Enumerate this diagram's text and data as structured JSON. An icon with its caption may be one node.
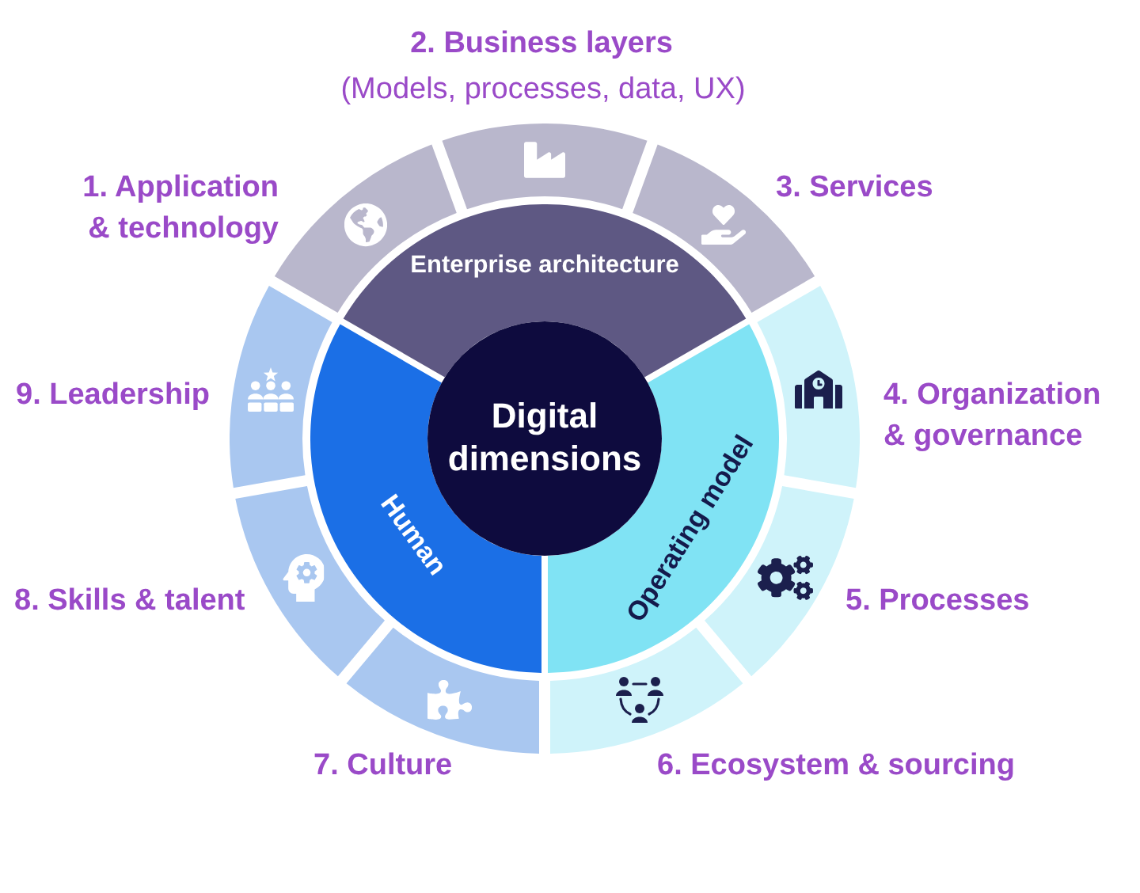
{
  "diagram": {
    "nodes": [
      {
        "text": [
          "Digital dimensions"
        ]
      },
      {
        "text": [
          "Enterprise architecture"
        ]
      },
      {
        "text": [
          "Operating model"
        ]
      },
      {
        "text": [
          "Human"
        ]
      },
      {
        "text": [],
        "shape": "arc",
        "beside": [
          "1. Application & technology"
        ]
      },
      {
        "text": [],
        "shape": "arc",
        "beside": [
          "2. Business layers",
          "(Models, processes, data, UX)"
        ]
      },
      {
        "text": [],
        "shape": "arc",
        "beside": [
          "3. Services"
        ]
      },
      {
        "text": [],
        "shape": "arc",
        "beside": [
          "4. Organization & governance"
        ]
      },
      {
        "text": [],
        "shape": "arc",
        "beside": [
          "5. Processes"
        ]
      },
      {
        "text": [],
        "shape": "arc",
        "beside": [
          "6. Ecosystem & sourcing"
        ]
      },
      {
        "text": [],
        "shape": "arc",
        "beside": [
          "7. Culture"
        ]
      },
      {
        "text": [],
        "shape": "arc",
        "beside": [
          "8. Skills & talent"
        ]
      },
      {
        "text": [],
        "shape": "arc",
        "beside": [
          "9. Leadership"
        ]
      }
    ]
  }
}
